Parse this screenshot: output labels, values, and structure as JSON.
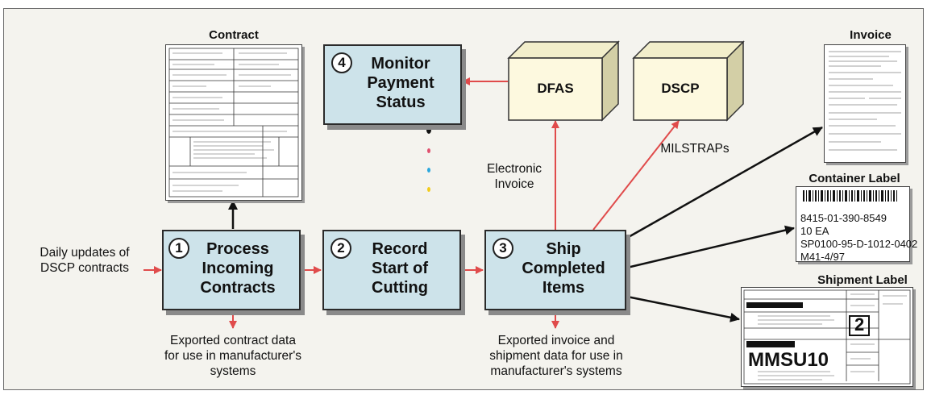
{
  "colors": {
    "process_fill": "#cde3ea",
    "cube_front": "#fdf9df",
    "cube_top": "#f2eecb",
    "cube_side": "#d3cfa6",
    "arrow_red": "#e04b4b",
    "arrow_black": "#111111"
  },
  "processes": {
    "p1": {
      "num": "1",
      "line1": "Process",
      "line2": "Incoming",
      "line3": "Contracts"
    },
    "p2": {
      "num": "2",
      "line1": "Record",
      "line2": "Start of",
      "line3": "Cutting"
    },
    "p3": {
      "num": "3",
      "line1": "Ship",
      "line2": "Completed",
      "line3": "Items"
    },
    "p4": {
      "num": "4",
      "line1": "Monitor",
      "line2": "Payment",
      "line3": "Status"
    }
  },
  "cubes": {
    "dfas": "DFAS",
    "dscp": "DSCP"
  },
  "labels": {
    "daily_line1": "Daily updates of",
    "daily_line2": "DSCP contracts",
    "export_contract_line1": "Exported contract data",
    "export_contract_line2": "for use in manufacturer's",
    "export_contract_line3": "systems",
    "export_invoice_line1": "Exported invoice and",
    "export_invoice_line2": "shipment data for use in",
    "export_invoice_line3": "manufacturer's systems",
    "electronic_line1": "Electronic",
    "electronic_line2": "Invoice",
    "milstraps": "MILSTRAPs"
  },
  "documents": {
    "contract_title": "Contract",
    "invoice_title": "Invoice",
    "container_title": "Container Label",
    "shipment_title": "Shipment Label"
  },
  "container_label": {
    "line1": "8415-01-390-8549",
    "line2": "10 EA",
    "line3": "SP0100-95-D-1012-0402",
    "line4": "M41-4/97"
  },
  "shipment_label": {
    "code": "MMSU10",
    "big_digit": "2"
  }
}
